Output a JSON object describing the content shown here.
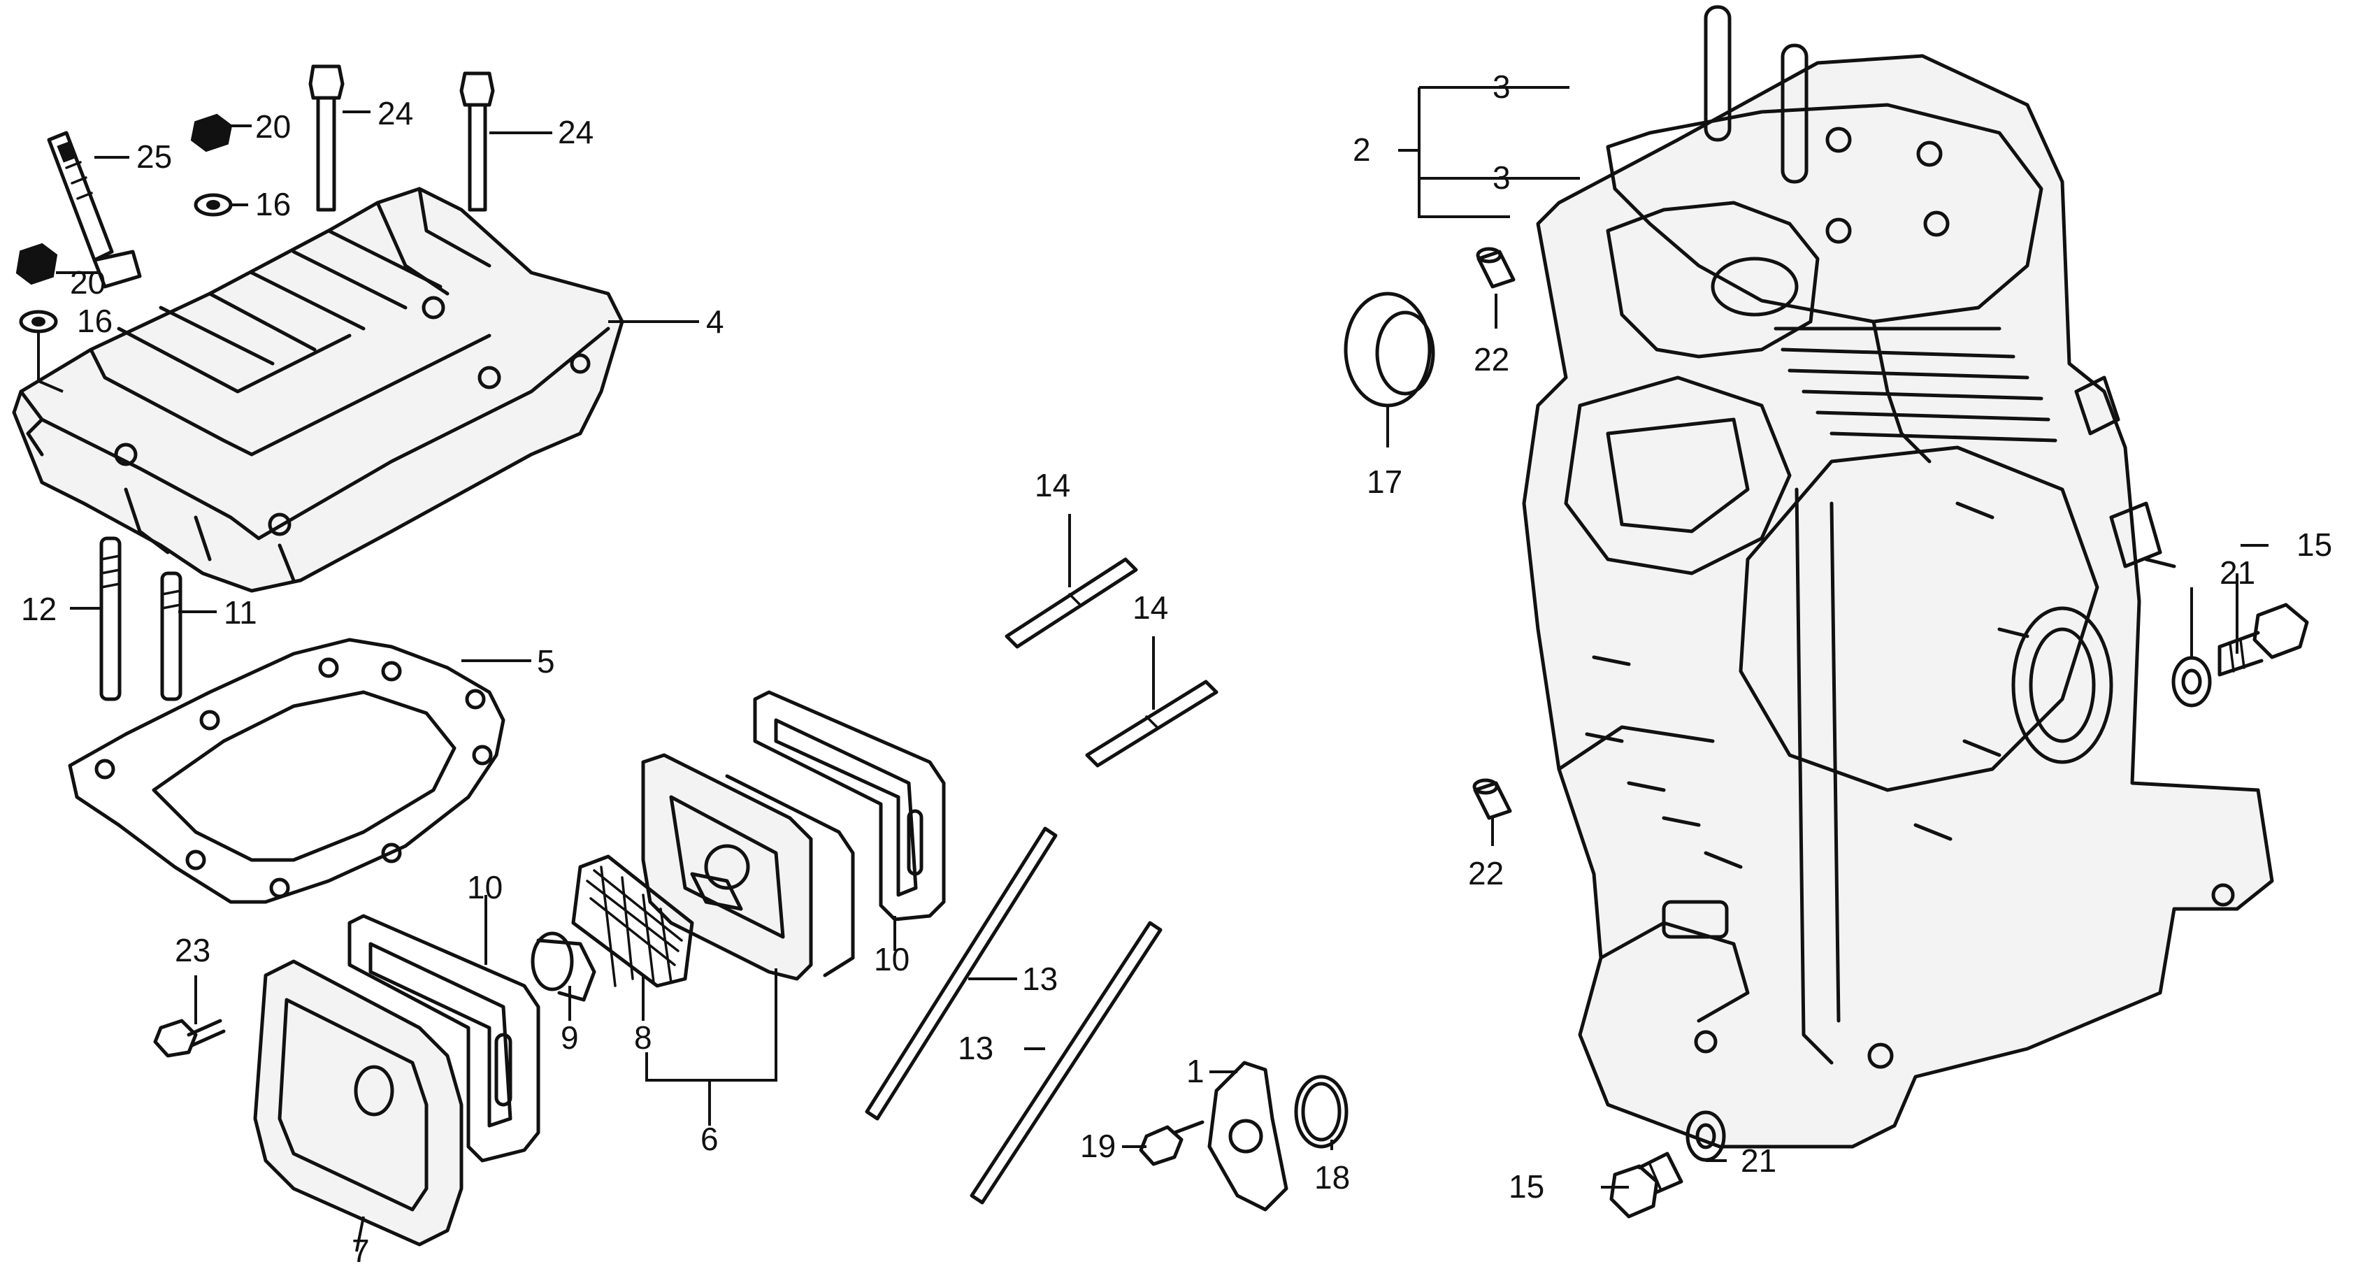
{
  "diagram": {
    "title": "",
    "callouts": {
      "c1": "1",
      "c2": "2",
      "c3a": "3",
      "c3b": "3",
      "c4": "4",
      "c5": "5",
      "c6": "6",
      "c7": "7",
      "c8": "8",
      "c9": "9",
      "c10a": "10",
      "c10b": "10",
      "c11": "11",
      "c12": "12",
      "c13a": "13",
      "c13b": "13",
      "c14a": "14",
      "c14b": "14",
      "c15a": "15",
      "c15b": "15",
      "c16a": "16",
      "c16b": "16",
      "c17": "17",
      "c18": "18",
      "c19": "19",
      "c20a": "20",
      "c20b": "20",
      "c21a": "21",
      "c21b": "21",
      "c22a": "22",
      "c22b": "22",
      "c23": "23",
      "c24a": "24",
      "c24b": "24",
      "c25": "25"
    }
  }
}
